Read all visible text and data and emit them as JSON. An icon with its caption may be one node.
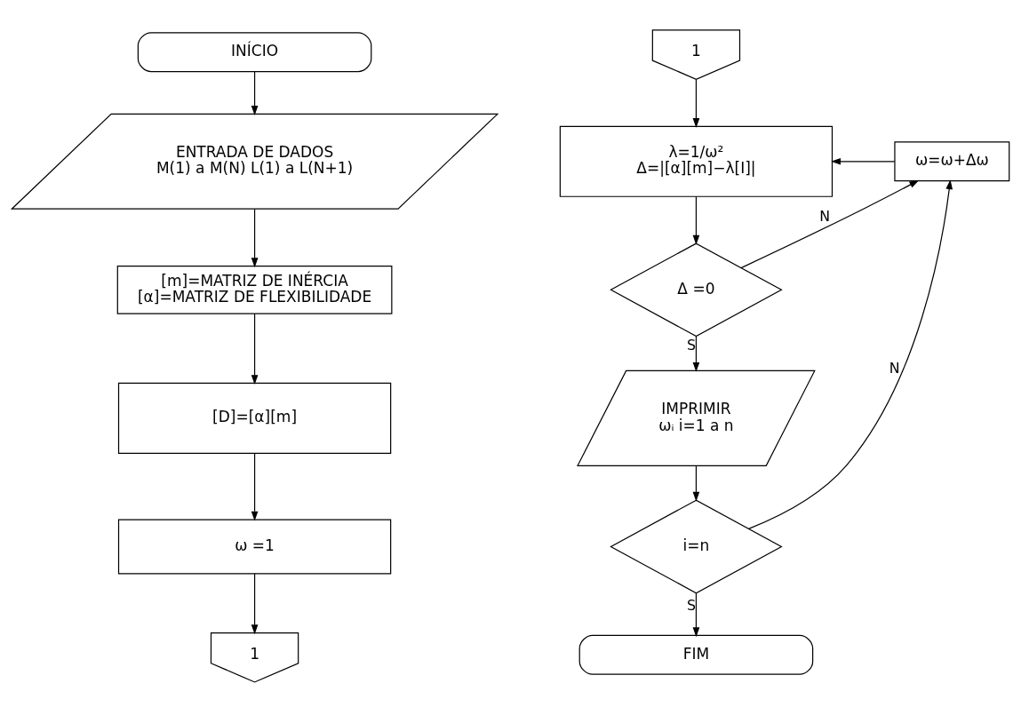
{
  "diagram": {
    "nodes": [
      {
        "text": [
          "INÍCIO"
        ]
      },
      {
        "text": [
          "ENTRADA DE DADOS",
          "M(1) a M(N) L(1) a L(N+1)"
        ]
      },
      {
        "text": [
          "[m]=MATRIZ DE INÉRCIA",
          "[α]=MATRIZ DE FLEXIBILIDADE"
        ]
      },
      {
        "text": [
          "[D]=[α][m]"
        ]
      },
      {
        "text": [
          "ω =1"
        ]
      },
      {
        "text": [
          "1"
        ]
      },
      {
        "text": [
          "1"
        ]
      },
      {
        "text": [
          "λ=1/ω²",
          "Δ=|[α][m]−λ[I]|"
        ]
      },
      {
        "text": [
          "Δ =0"
        ]
      },
      {
        "text": [
          "IMPRIMIR",
          "ωᵢ i=1 a n"
        ]
      },
      {
        "text": [
          "i=n"
        ]
      },
      {
        "text": [
          "FIM"
        ]
      },
      {
        "text": [
          "ω=ω+Δω"
        ]
      }
    ],
    "edges": [
      {
        "from": 0,
        "to": 1,
        "arrow": "to"
      },
      {
        "from": 1,
        "to": 2,
        "arrow": "to"
      },
      {
        "from": 2,
        "to": 3,
        "arrow": "to"
      },
      {
        "from": 3,
        "to": 4,
        "arrow": "to"
      },
      {
        "from": 4,
        "to": 5,
        "arrow": "to"
      },
      {
        "from": 6,
        "to": 7,
        "arrow": "to"
      },
      {
        "from": 7,
        "to": 8,
        "arrow": "to"
      },
      {
        "from": 8,
        "to": 9,
        "arrow": "to",
        "label": "S"
      },
      {
        "from": 8,
        "to": 12,
        "arrow": "to",
        "label": "N"
      },
      {
        "from": 9,
        "to": 10,
        "arrow": "to"
      },
      {
        "from": 10,
        "to": 11,
        "arrow": "to",
        "label": "S"
      },
      {
        "from": 10,
        "to": 12,
        "arrow": "to",
        "label": "N"
      },
      {
        "from": 12,
        "to": 7,
        "arrow": "to"
      }
    ]
  }
}
